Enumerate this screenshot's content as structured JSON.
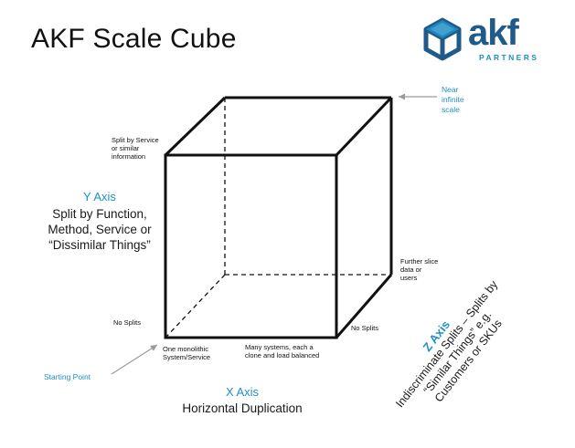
{
  "title": "AKF Scale Cube",
  "logo": {
    "wordmark": "akf",
    "subtext": "PARTNERS",
    "icon": "cube-logo-icon",
    "color": "#1f5a8a"
  },
  "colors": {
    "accent_blue": "#1f8fc7",
    "line": "#111111",
    "arrow": "#9a9a9a"
  },
  "labels": {
    "near_infinite": [
      "Near",
      "infinite",
      "scale"
    ],
    "split_by_service": [
      "Split by Service",
      "or similar",
      "information"
    ],
    "further_slice": [
      "Further slice",
      "data or",
      "users"
    ],
    "no_splits_left": "No Splits",
    "no_splits_right": "No Splits",
    "one_monolithic": [
      "One monolithic",
      "System/Service"
    ],
    "many_systems": [
      "Many systems, each a",
      "clone and load balanced"
    ],
    "starting_point": "Starting Point"
  },
  "y_axis": {
    "heading": "Y Axis",
    "lines": [
      "Split by Function,",
      "Method, Service or",
      "“Dissimilar Things”"
    ]
  },
  "x_axis": {
    "heading": "X Axis",
    "text": "Horizontal Duplication"
  },
  "z_axis": {
    "heading": "Z Axis",
    "lines": [
      "Indiscriminate Splits – Splits by",
      "“Similar Things” e.g.",
      "Customers or SKUs"
    ]
  }
}
